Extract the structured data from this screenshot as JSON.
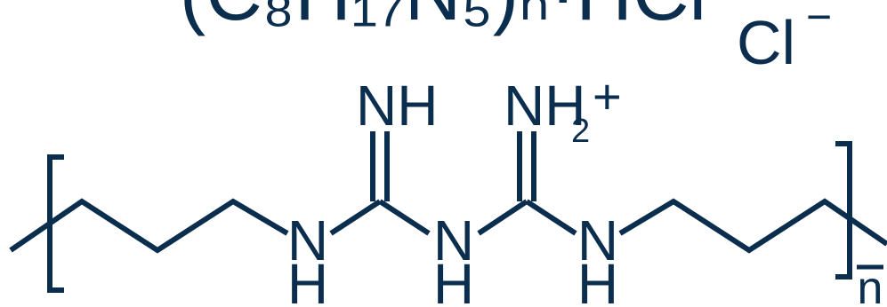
{
  "structure": {
    "top_label_partial": "(C₈H₁₇N₅)ₙ·HCl",
    "counter_ion": "Cl",
    "counter_ion_charge": "−",
    "imine_label": "NH",
    "iminium_label": "NH",
    "iminium_subscript": "2",
    "iminium_charge": "+",
    "amine_n": "N",
    "amine_h": "H",
    "repeat_subscript": "n",
    "color": "#0c2e4e"
  }
}
